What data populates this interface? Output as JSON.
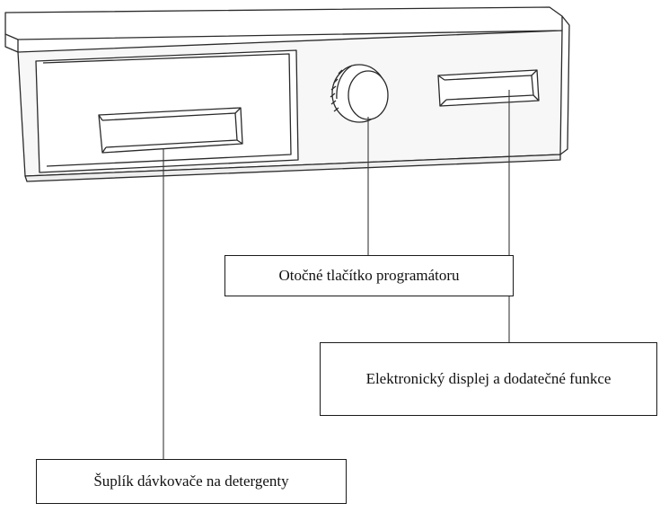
{
  "callouts": {
    "knob": "Otočné tlačítko programátoru",
    "display": "Elektronický displej a dodatečné funkce",
    "drawer": "Šuplík dávkovače na detergenty"
  },
  "colors": {
    "line": "#2a2a2a",
    "panel_face": "#f4f4f4",
    "background": "#ffffff"
  },
  "icons": {
    "knob": "rotary-knob-icon",
    "display": "display-window-icon",
    "drawer_handle": "drawer-handle-icon"
  }
}
